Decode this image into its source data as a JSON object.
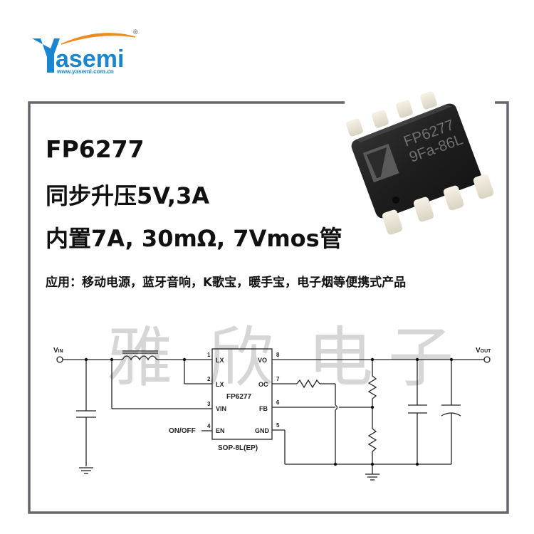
{
  "brand": {
    "logo_text": "asemi",
    "logo_initial": "Y",
    "url": "www.yasemi.com.cn",
    "registered_mark": "®",
    "colors": {
      "blue": "#1a86d0",
      "orange": "#f08a1c"
    }
  },
  "product": {
    "model": "FP6277",
    "headline": "同步升压5V,3A",
    "spec": "内置7A, 30mΩ, 7Vmos管",
    "applications": "应用：移动电源，蓝牙音响，K歌宝，暖手宝，电子烟等便携式产品"
  },
  "chip_marking": {
    "line1": "FP6277",
    "line2": "9Fa-86L"
  },
  "watermark": [
    "雅",
    "欣",
    "电",
    "子"
  ],
  "schematic": {
    "vin_label": "V",
    "vin_sub": "IN",
    "vout_label": "V",
    "vout_sub": "OUT",
    "ic_name": "FP6277",
    "package": "SOP-8L(EP)",
    "enable_label": "ON/OFF",
    "pins_left": [
      {
        "num": "1",
        "name": "LX"
      },
      {
        "num": "2",
        "name": "LX"
      },
      {
        "num": "3",
        "name": "VIN"
      },
      {
        "num": "4",
        "name": "EN"
      }
    ],
    "pins_right": [
      {
        "num": "8",
        "name": "VO"
      },
      {
        "num": "7",
        "name": "OC"
      },
      {
        "num": "6",
        "name": "FB"
      },
      {
        "num": "5",
        "name": "GND"
      }
    ]
  },
  "frame_color": "#65666e"
}
